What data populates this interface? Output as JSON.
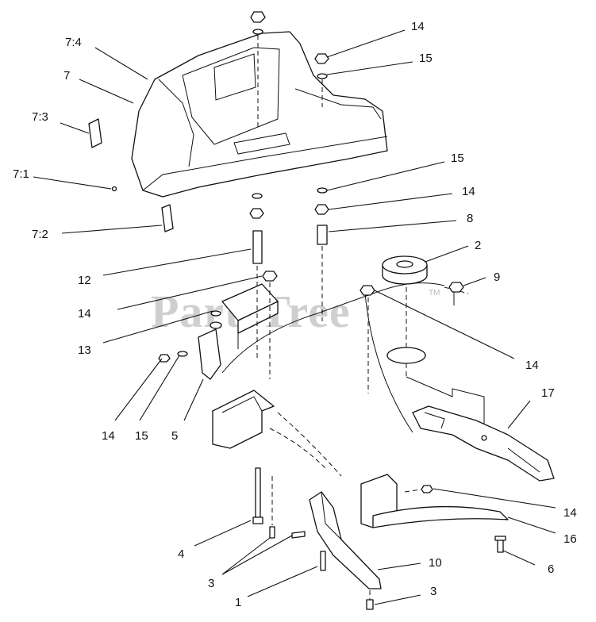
{
  "watermark": {
    "text": "PartsTree",
    "trademark": "TM"
  },
  "callouts": [
    {
      "id": "c74",
      "text": "7:4"
    },
    {
      "id": "c7",
      "text": "7"
    },
    {
      "id": "c73",
      "text": "7:3"
    },
    {
      "id": "c71",
      "text": "7:1"
    },
    {
      "id": "c72",
      "text": "7:2"
    },
    {
      "id": "c14a",
      "text": "14"
    },
    {
      "id": "c15a",
      "text": "15"
    },
    {
      "id": "c15b",
      "text": "15"
    },
    {
      "id": "c14b",
      "text": "14"
    },
    {
      "id": "c8",
      "text": "8"
    },
    {
      "id": "c2",
      "text": "2"
    },
    {
      "id": "c9",
      "text": "9"
    },
    {
      "id": "c12",
      "text": "12"
    },
    {
      "id": "c14c",
      "text": "14"
    },
    {
      "id": "c13",
      "text": "13"
    },
    {
      "id": "c14d",
      "text": "14"
    },
    {
      "id": "c14e",
      "text": "14"
    },
    {
      "id": "c15c",
      "text": "15"
    },
    {
      "id": "c5",
      "text": "5"
    },
    {
      "id": "c17",
      "text": "17"
    },
    {
      "id": "c14f",
      "text": "14"
    },
    {
      "id": "c16",
      "text": "16"
    },
    {
      "id": "c4",
      "text": "4"
    },
    {
      "id": "c3a",
      "text": "3"
    },
    {
      "id": "c10",
      "text": "10"
    },
    {
      "id": "c6",
      "text": "6"
    },
    {
      "id": "c1",
      "text": "1"
    },
    {
      "id": "c3b",
      "text": "3"
    }
  ]
}
